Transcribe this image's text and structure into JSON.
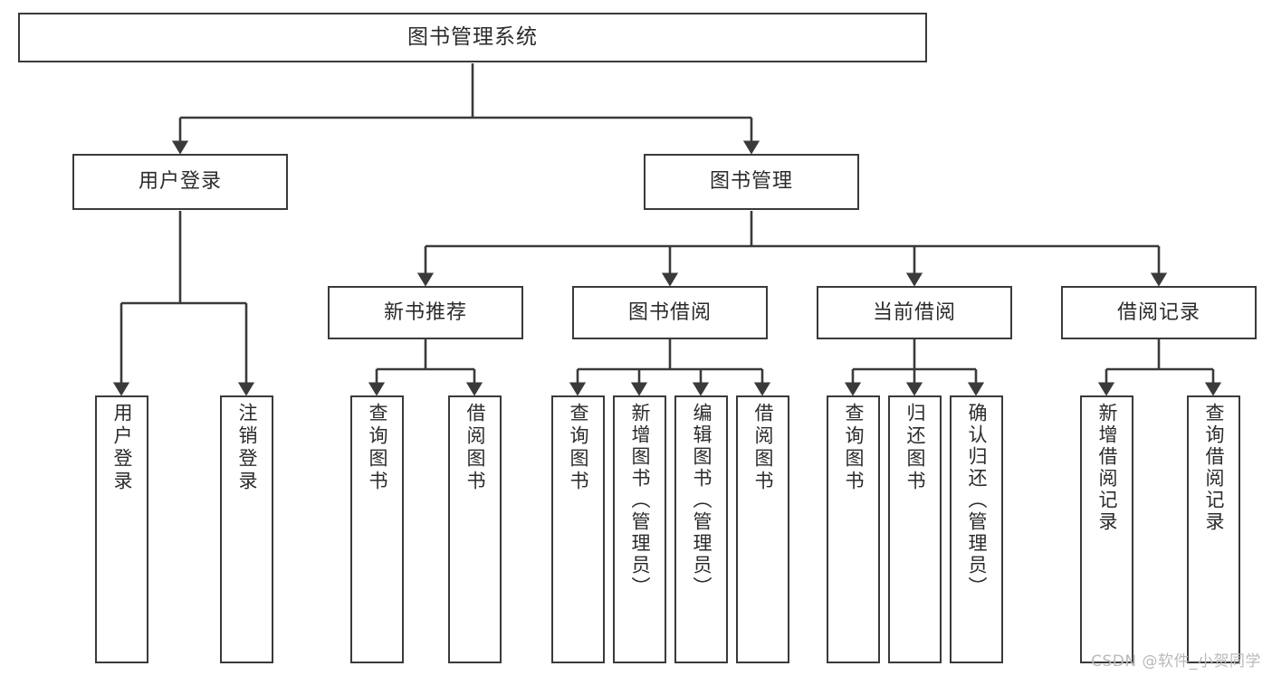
{
  "diagram": {
    "title": "图书管理系统",
    "type": "tree",
    "watermark": "CSDN @软件_小贺同学",
    "colors": {
      "stroke": "#3a3a3a",
      "fill": "#ffffff",
      "text": "#2b2b2b",
      "watermark": "#b9b9b9"
    },
    "root": {
      "label": "图书管理系统"
    },
    "level2": [
      {
        "label": "用户登录"
      },
      {
        "label": "图书管理"
      }
    ],
    "level3": [
      {
        "label": "新书推荐"
      },
      {
        "label": "图书借阅"
      },
      {
        "label": "当前借阅"
      },
      {
        "label": "借阅记录"
      }
    ],
    "leaves": {
      "user_login": [
        {
          "label": "用户登录"
        },
        {
          "label": "注销登录"
        }
      ],
      "new_book": [
        {
          "label": "查询图书"
        },
        {
          "label": "借阅图书"
        }
      ],
      "book_borrow": [
        {
          "label": "查询图书"
        },
        {
          "label": "新增图书（管理员）"
        },
        {
          "label": "编辑图书（管理员）"
        },
        {
          "label": "借阅图书"
        }
      ],
      "current_borrow": [
        {
          "label": "查询图书"
        },
        {
          "label": "归还图书"
        },
        {
          "label": "确认归还（管理员）"
        }
      ],
      "borrow_record": [
        {
          "label": "新增借阅记录"
        },
        {
          "label": "查询借阅记录"
        }
      ]
    }
  }
}
